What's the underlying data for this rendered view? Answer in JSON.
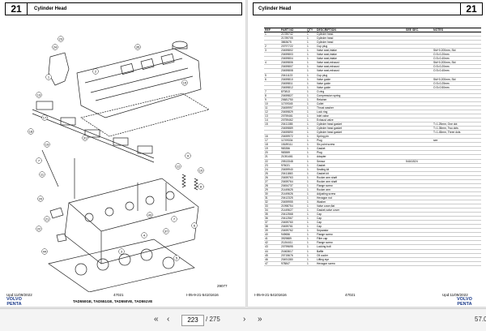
{
  "left_page": {
    "page_number": "21",
    "title": "Cylinder Head",
    "figure_number": "29077",
    "footer_left": "Upd:11/09/2022",
    "footer_center": "47021",
    "footer_right": "I-05-9-21-54101616",
    "models": "TAD550GE, TAD551GE, TAD550VE, TAD551VE",
    "brand_line1": "VOLVO",
    "brand_line2": "PENTA",
    "callout_labels": [
      "35",
      "23",
      "24",
      "1",
      "13",
      "2",
      "15",
      "31",
      "17",
      "18",
      "19",
      "7",
      "11",
      "12",
      "9",
      "10",
      "8",
      "7",
      "6",
      "20",
      "21",
      "22",
      "43",
      "37",
      "44",
      "3",
      "4",
      "5"
    ]
  },
  "right_page": {
    "title": "Cylinder Head",
    "page_number": "21",
    "columns": [
      "REF",
      "PART NO",
      "QTY",
      "DESCRIPTION",
      "SEE SEC.",
      "NOTES"
    ],
    "rows": [
      [
        "1",
        "21789742",
        "1",
        "Cylinder head",
        "",
        ""
      ],
      [
        "",
        "21789705",
        "1",
        "Cylinder head",
        "",
        ""
      ],
      [
        "",
        "3863675",
        "1",
        "Cylinder head",
        "",
        ""
      ],
      [
        "2",
        "20797722",
        "1",
        "Cup plug",
        "",
        ""
      ],
      [
        "3",
        "20459802",
        "1",
        "Valve seat,intake",
        "",
        "Std+0.200mm, Std"
      ],
      [
        "",
        "20459803",
        "1",
        "Valve seat,intake",
        "",
        "O.S=0.20mm"
      ],
      [
        "",
        "20459804",
        "1",
        "Valve seat,intake",
        "",
        "O.S=0.40mm"
      ],
      [
        "4",
        "20459806",
        "1",
        "Valve seat,exhaust",
        "",
        "Std+0.200mm, Std"
      ],
      [
        "",
        "20459807",
        "1",
        "Valve seat,exhaust",
        "",
        "O.S=0.20mm"
      ],
      [
        "",
        "20459808",
        "1",
        "Valve seat,exhaust",
        "",
        "O.S=0.40mm"
      ],
      [
        "5",
        "20411123",
        "1",
        "Cup plug",
        "",
        ""
      ],
      [
        "6",
        "20459810",
        "1",
        "Valve guide",
        "",
        "Std+0.200mm, Std"
      ],
      [
        "",
        "20459811",
        "1",
        "Valve guide",
        "",
        "O.S=0.25mm"
      ],
      [
        "",
        "20459812",
        "1",
        "Valve guide",
        "",
        "O.S=0.50mm"
      ],
      [
        "7",
        "870813",
        "1",
        "O-ring",
        "",
        ""
      ],
      [
        "8",
        "20459827",
        "1",
        "Compression spring",
        "",
        ""
      ],
      [
        "9",
        "20681750",
        "1",
        "Retainer",
        "",
        ""
      ],
      [
        "10",
        "11709345",
        "1",
        "Collet",
        "",
        ""
      ],
      [
        "11",
        "20459997",
        "1",
        "Thrust washer",
        "",
        ""
      ],
      [
        "12",
        "20459829",
        "1",
        "Lock ring",
        "",
        ""
      ],
      [
        "13",
        "20759461",
        "1",
        "Inlet valve",
        "",
        ""
      ],
      [
        "14",
        "20759462",
        "1",
        "Exhaust valve",
        "",
        ""
      ],
      [
        "15",
        "20411385",
        "1",
        "Cylinder head gasket",
        "",
        "T=1.25mm, One dot"
      ],
      [
        "",
        "20459889",
        "1",
        "Cylinder head gasket",
        "",
        "T=1.35mm, Two dots"
      ],
      [
        "",
        "20459890",
        "1",
        "Cylinder head gasket",
        "",
        "T=1.45mm, Three dots"
      ],
      [
        "16",
        "20459972",
        "1",
        "Spring pin",
        "",
        ""
      ],
      [
        "17",
        "11709334",
        "1",
        "Plug",
        "",
        "see"
      ],
      [
        "18",
        "15189111",
        "1",
        "Six point screw",
        "",
        ""
      ],
      [
        "19",
        "983356",
        "1",
        "Gasket",
        "",
        ""
      ],
      [
        "20",
        "983559",
        "1",
        "Plug",
        "",
        ""
      ],
      [
        "21",
        "21051461",
        "1",
        "Adapter",
        "",
        ""
      ],
      [
        "22",
        "20513348",
        "1",
        "Sensor",
        "54161524",
        ""
      ],
      [
        "23",
        "976021",
        "1",
        "Gasket",
        "",
        ""
      ],
      [
        "24",
        "20459940",
        "1",
        "Sealing kit",
        "",
        ""
      ],
      [
        "25",
        "20411863",
        "1",
        "Gasket kit",
        "",
        ""
      ],
      [
        "26",
        "20459763",
        "1",
        "Rocker arm shaft",
        "",
        ""
      ],
      [
        "27",
        "20459764",
        "1",
        "Rocker arm shaft",
        "",
        ""
      ],
      [
        "28",
        "20454737",
        "1",
        "Flange screw",
        "",
        ""
      ],
      [
        "29",
        "21449625",
        "1",
        "Rocker arm",
        "",
        ""
      ],
      [
        "30",
        "21449626",
        "1",
        "Adjusting screw",
        "",
        ""
      ],
      [
        "31",
        "20412325",
        "1",
        "Hexagon nut",
        "",
        ""
      ],
      [
        "32",
        "20459955",
        "1",
        "Washer",
        "",
        ""
      ],
      [
        "33",
        "21998754",
        "1",
        "Valve cover,flat",
        "",
        ""
      ],
      [
        "34",
        "21449627",
        "1",
        "Gasket,valve cover",
        "",
        ""
      ],
      [
        "35",
        "20412568",
        "1",
        "Cap",
        "",
        ""
      ],
      [
        "36",
        "20412567",
        "1",
        "Cap",
        "",
        ""
      ],
      [
        "37",
        "20459760",
        "1",
        "Cap",
        "",
        ""
      ],
      [
        "38",
        "20459761",
        "1",
        "Cap",
        "",
        ""
      ],
      [
        "39",
        "20459762",
        "1",
        "Separator",
        "",
        ""
      ],
      [
        "40",
        "949656",
        "1",
        "Flange screw",
        "",
        ""
      ],
      [
        "41",
        "3929889",
        "1",
        "Filler cap",
        "",
        ""
      ],
      [
        "42",
        "21154411",
        "1",
        "Flange screw",
        "",
        ""
      ],
      [
        "43",
        "20799695",
        "1",
        "Locking bolt",
        "",
        ""
      ],
      [
        "44",
        "21663617",
        "1",
        "Baffle",
        "",
        ""
      ],
      [
        "45",
        "20715676",
        "1",
        "Oil cooler",
        "",
        ""
      ],
      [
        "46",
        "20491380",
        "1",
        "Lifting eye",
        "",
        ""
      ],
      [
        "47",
        "978847",
        "1",
        "Hexagon screw",
        "",
        ""
      ]
    ],
    "footer_left": "I-05-9-21-54101616",
    "footer_center": "47021",
    "footer_right": "Upd:11/09/2022",
    "brand_line1": "VOLVO",
    "brand_line2": "PENTA"
  },
  "toolbar": {
    "prev_label": "‹",
    "first_label": "«",
    "current_page": "223",
    "total_pages": "/ 275",
    "next_label": "›",
    "last_label": "»",
    "zoom": "57.0"
  }
}
